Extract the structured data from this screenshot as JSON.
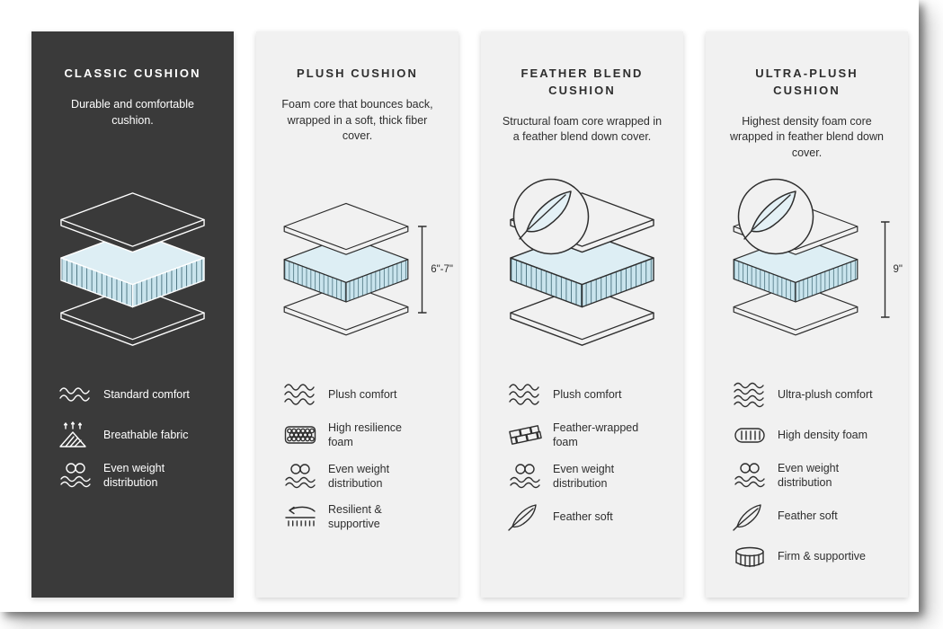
{
  "colors": {
    "dark_card": "#3a3a3a",
    "light_card": "#f1f1f1",
    "foam_top": "#ddeef4",
    "foam_side": "#c9e4ed",
    "hatch_line": "#4b7380",
    "ink": "#2e2e2e"
  },
  "cards": [
    {
      "id": "classic",
      "title": "CLASSIC CUSHION",
      "description": "Durable and comfortable cushion.",
      "features": [
        {
          "icon": "waves-icon",
          "label": "Standard comfort"
        },
        {
          "icon": "breathable-icon",
          "label": "Breathable fabric"
        },
        {
          "icon": "even-weight-icon",
          "label": "Even weight distribution"
        }
      ]
    },
    {
      "id": "plush",
      "title": "PLUSH CUSHION",
      "description": "Foam core that bounces back, wrapped in a soft, thick fiber cover.",
      "measurement": "6\"-7\"",
      "features": [
        {
          "icon": "waves-icon",
          "label": "Plush comfort"
        },
        {
          "icon": "resilience-foam-icon",
          "label": "High resilience foam"
        },
        {
          "icon": "even-weight-icon",
          "label": "Even weight distribution"
        },
        {
          "icon": "resilient-supportive-icon",
          "label": "Resilient & supportive"
        }
      ]
    },
    {
      "id": "feather-blend",
      "title": "FEATHER BLEND CUSHION",
      "description": "Structural foam core wrapped in a feather blend down cover.",
      "features": [
        {
          "icon": "waves-icon",
          "label": "Plush comfort"
        },
        {
          "icon": "feather-wrapped-foam-icon",
          "label": "Feather-wrapped foam"
        },
        {
          "icon": "even-weight-icon",
          "label": "Even weight distribution"
        },
        {
          "icon": "feather-icon",
          "label": "Feather soft"
        }
      ]
    },
    {
      "id": "ultra-plush",
      "title": "ULTRA-PLUSH CUSHION",
      "description": "Highest density foam core wrapped in feather blend down cover.",
      "measurement": "9\"",
      "features": [
        {
          "icon": "waves-icon",
          "label": "Ultra-plush comfort"
        },
        {
          "icon": "high-density-foam-icon",
          "label": "High density foam"
        },
        {
          "icon": "even-weight-icon",
          "label": "Even weight distribution"
        },
        {
          "icon": "feather-icon",
          "label": "Feather soft"
        },
        {
          "icon": "firm-supportive-icon",
          "label": "Firm & supportive"
        }
      ]
    }
  ]
}
